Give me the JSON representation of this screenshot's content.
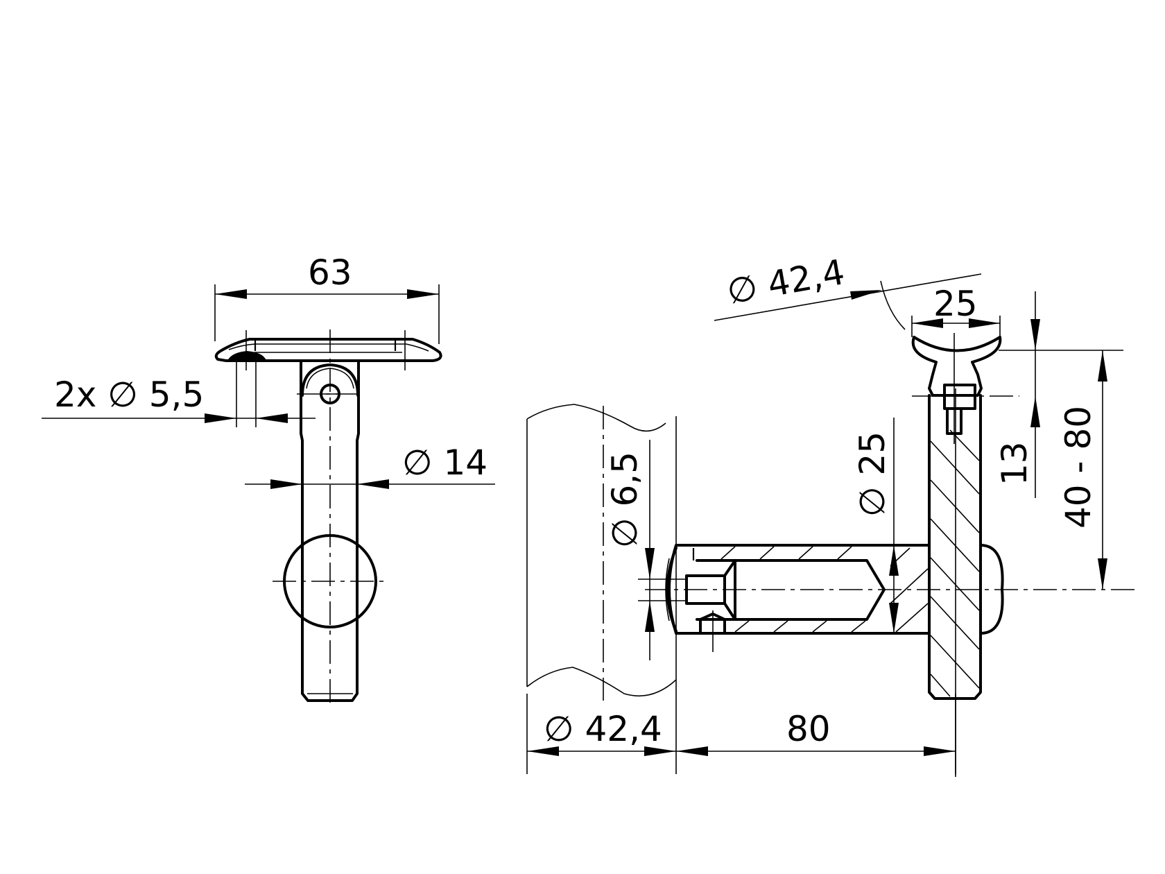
{
  "drawing": {
    "title": "Handrail bracket technical drawing",
    "colors": {
      "line": "#000000",
      "background": "#ffffff"
    },
    "side_view": {
      "dimensions": {
        "saddle_width": "63",
        "holes": "2x ∅ 5,5",
        "stem_diameter": "∅ 14"
      }
    },
    "section_view": {
      "dimensions": {
        "handrail_diameter_top": "∅ 42,4",
        "saddle_width": "25",
        "pin_offset": "13",
        "height_range": "40 - 80",
        "rod_diameter": "∅ 25",
        "screw_hole_diameter": "∅ 6,5",
        "post_diameter": "∅ 42,4",
        "length": "80"
      }
    }
  }
}
